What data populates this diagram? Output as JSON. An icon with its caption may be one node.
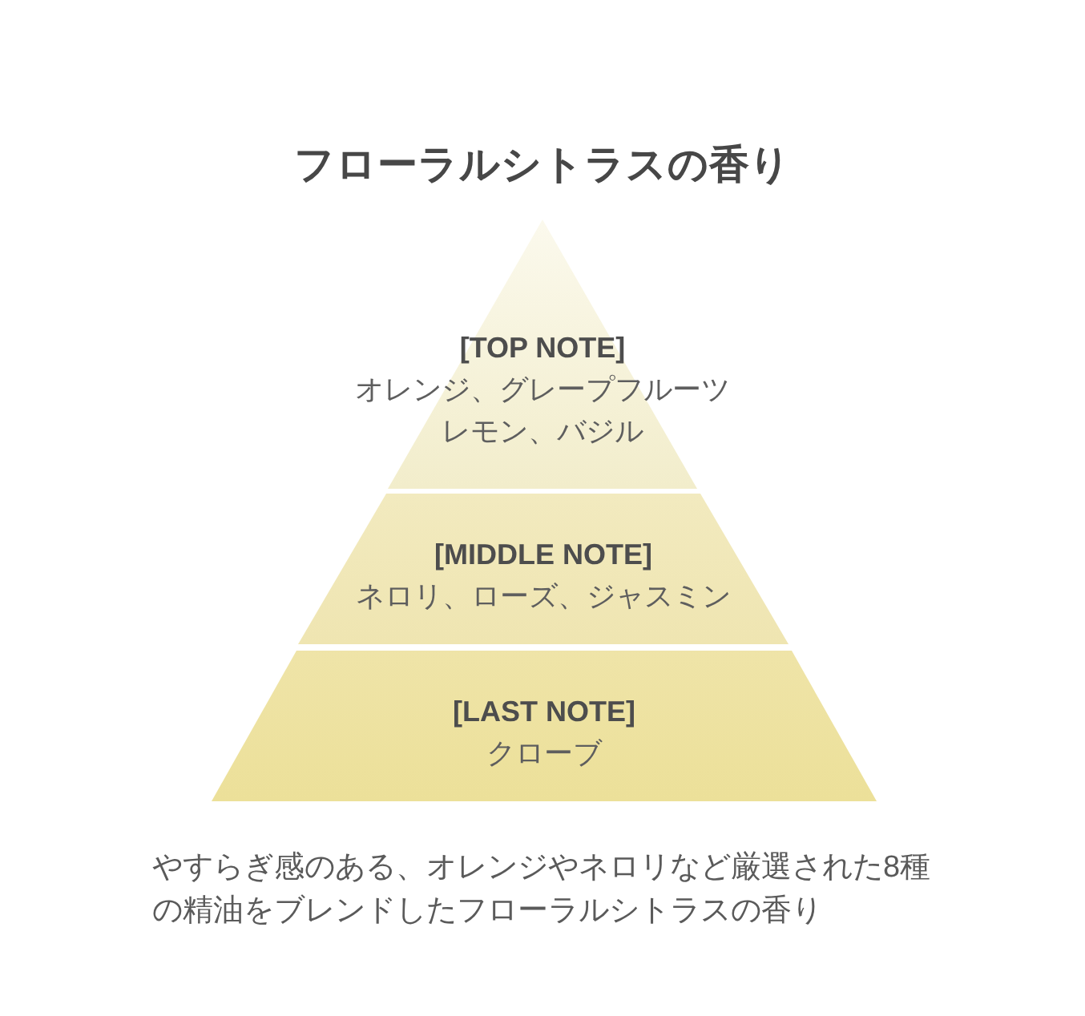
{
  "diagram": {
    "title": "フローラルシトラスの香り",
    "caption": "やすらぎ感のある、オレンジやネロリなど厳選された8種の精油をブレンドしたフローラルシトラスの香り",
    "nodes": [
      {
        "text": [
          "[TOP NOTE]",
          "オレンジ、グレープフルーツ",
          "レモン、バジル"
        ]
      },
      {
        "text": [
          "[MIDDLE NOTE]",
          "ネロリ、ローズ、ジャスミン"
        ]
      },
      {
        "text": [
          "[LAST NOTE]",
          "クローブ"
        ]
      }
    ]
  }
}
